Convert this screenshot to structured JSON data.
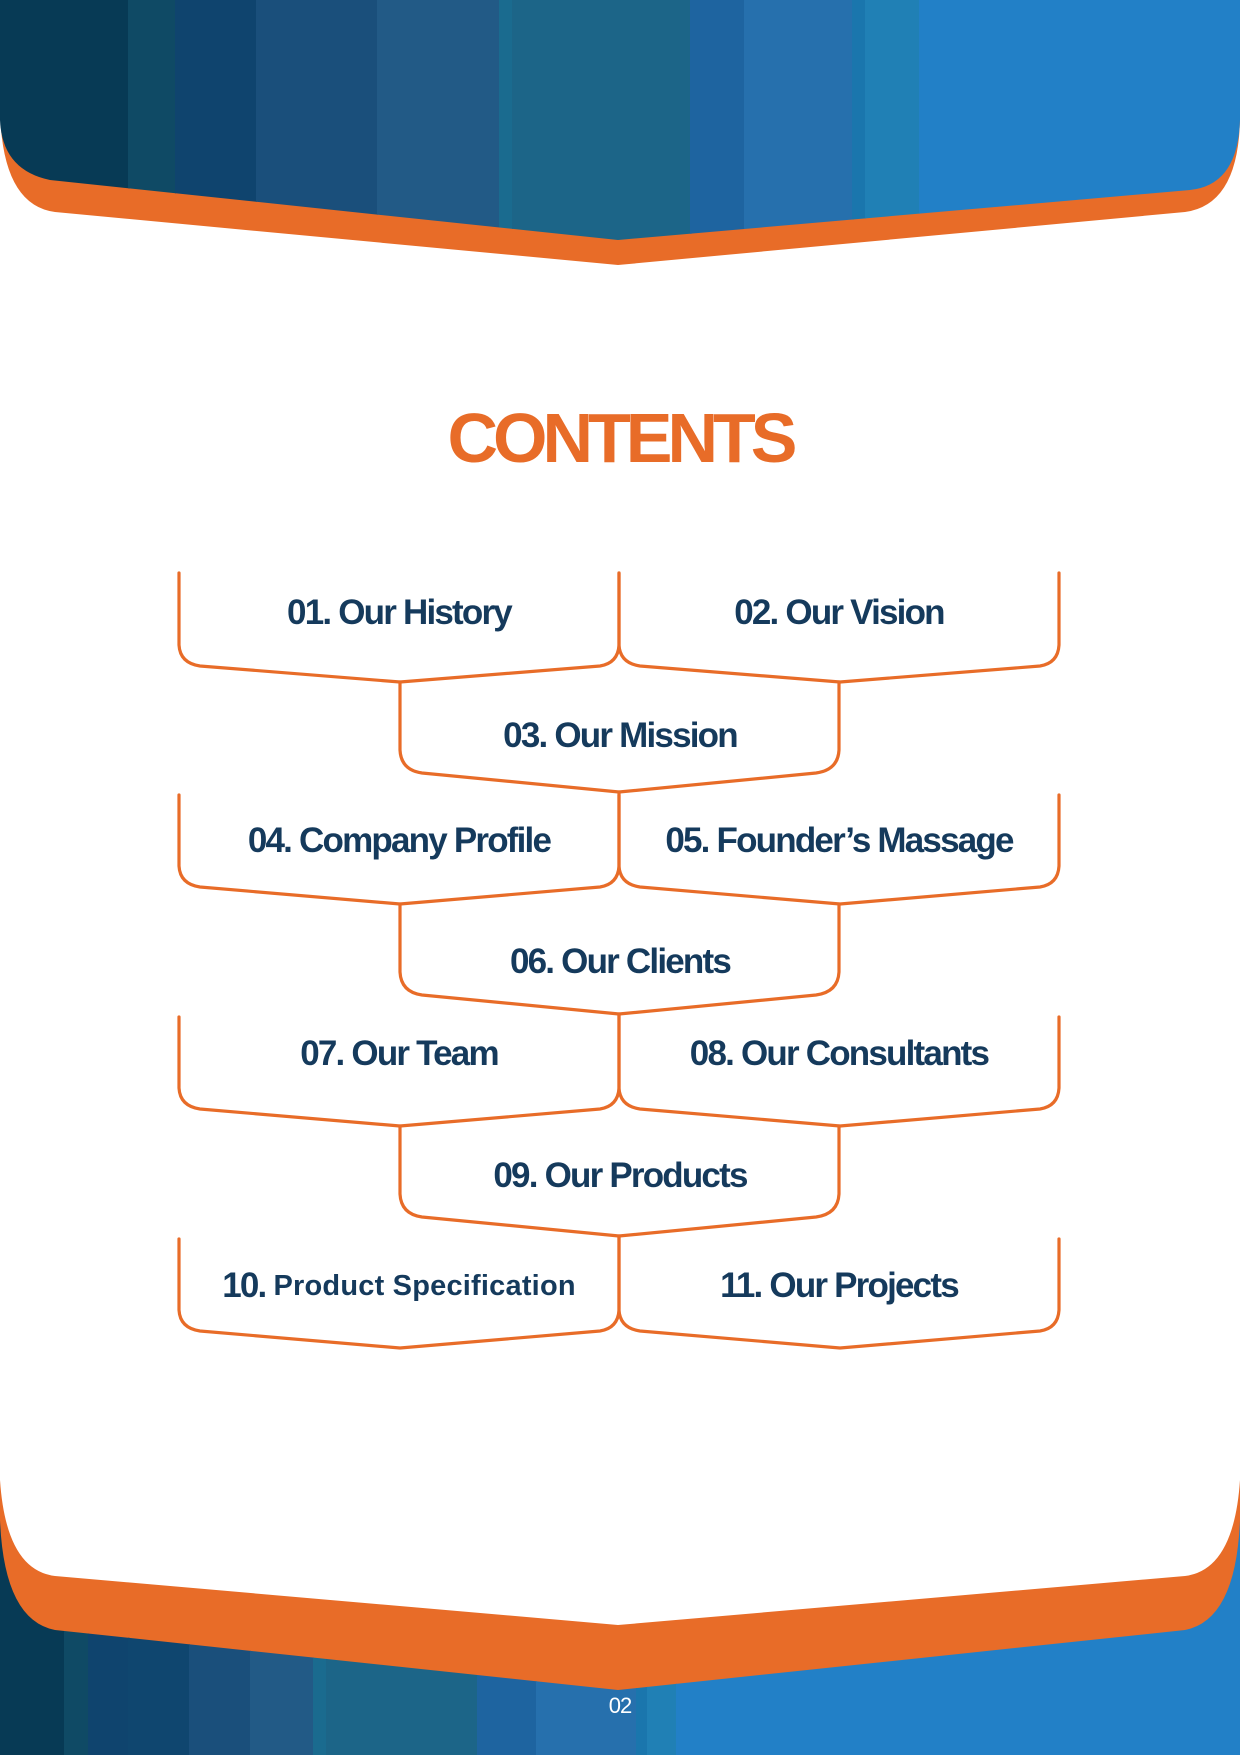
{
  "page": {
    "title": "CONTENTS",
    "page_number": "02"
  },
  "colors": {
    "accent_orange": "#e86c28",
    "text_navy": "#153a5c",
    "banner_stripes": [
      "#073a55",
      "#0f4a65",
      "#0f466f",
      "#1a4f7b",
      "#225a86",
      "#1c6b8f",
      "#1e64a0",
      "#2670ad",
      "#1e7db2",
      "#2280c7"
    ]
  },
  "contents": {
    "items": [
      {
        "number": "01.",
        "label": "Our History"
      },
      {
        "number": "02.",
        "label": "Our Vision"
      },
      {
        "number": "03.",
        "label": "Our Mission"
      },
      {
        "number": "04.",
        "label": "Company Profile"
      },
      {
        "number": "05.",
        "label": "Founder’s Massage"
      },
      {
        "number": "06.",
        "label": "Our Clients"
      },
      {
        "number": "07.",
        "label": "Our Team"
      },
      {
        "number": "08.",
        "label": "Our Consultants"
      },
      {
        "number": "09.",
        "label": "Our Products"
      },
      {
        "number": "10.",
        "label": "Product Specification"
      },
      {
        "number": "11.",
        "label": "Our Projects"
      }
    ]
  }
}
